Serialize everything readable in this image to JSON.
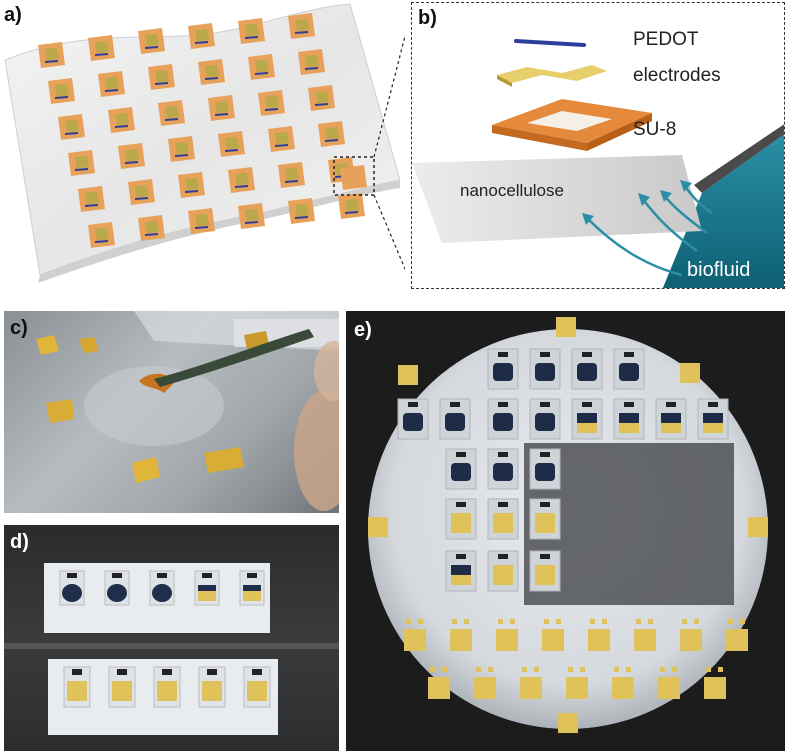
{
  "figure": {
    "panels": {
      "a": {
        "label": "a)"
      },
      "b": {
        "label": "b)",
        "layers": [
          "PEDOT",
          "electrodes",
          "SU-8",
          "nanocellulose"
        ],
        "fluid_label": "biofluid"
      },
      "c": {
        "label": "c)"
      },
      "d": {
        "label": "d)"
      },
      "e": {
        "label": "e)"
      }
    },
    "colors": {
      "su8": "#e8a15a",
      "gold": "#e0c25a",
      "pedot": "#2b3f9c",
      "biofluid": "#1d7f95",
      "dashed": "#333333"
    }
  }
}
